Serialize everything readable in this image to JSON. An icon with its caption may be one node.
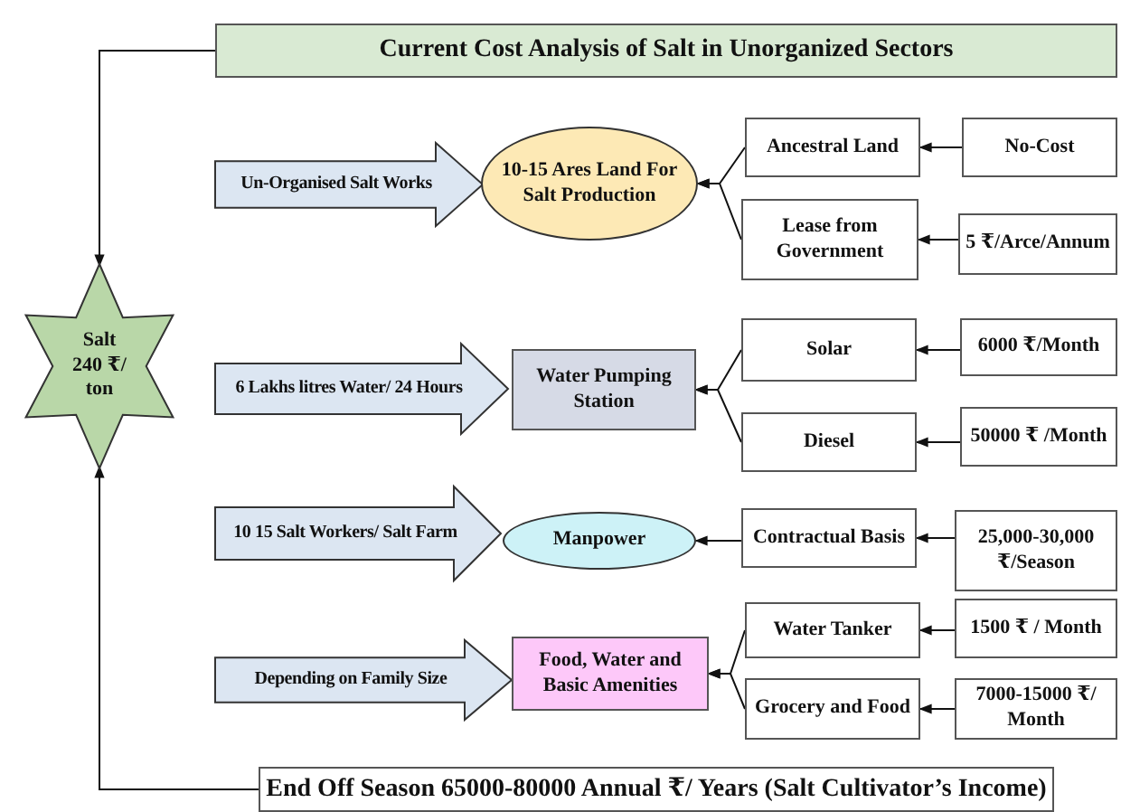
{
  "diagram": {
    "nodes": [
      {
        "text": [
          "Current Cost Analysis of Salt in Unorganized Sectors"
        ]
      },
      {
        "text": [
          "Salt 240 ₹/ ton"
        ]
      },
      {
        "text": [
          "Un-Organised Salt Works"
        ]
      },
      {
        "text": [
          "10-15 Ares Land For Salt Production"
        ]
      },
      {
        "text": [
          "Ancestral Land"
        ]
      },
      {
        "text": [
          "No-Cost"
        ]
      },
      {
        "text": [
          "Lease from Government"
        ]
      },
      {
        "text": [
          "5 ₹/Arce/Annum"
        ]
      },
      {
        "text": [
          "6 Lakhs litres Water/ 24 Hours"
        ]
      },
      {
        "text": [
          "Water Pumping Station"
        ]
      },
      {
        "text": [
          "Solar"
        ]
      },
      {
        "text": [
          "6000 ₹/Month"
        ]
      },
      {
        "text": [
          "Diesel"
        ]
      },
      {
        "text": [
          "50000 ₹ /Month"
        ]
      },
      {
        "text": [
          "10 15 Salt Workers/ Salt Farm"
        ]
      },
      {
        "text": [
          "Manpower"
        ]
      },
      {
        "text": [
          "Contractual Basis"
        ]
      },
      {
        "text": [
          "25,000-30,000 ₹/Season"
        ]
      },
      {
        "text": [
          "Depending on Family Size"
        ]
      },
      {
        "text": [
          "Food, Water and Basic Amenities"
        ]
      },
      {
        "text": [
          "Water Tanker"
        ]
      },
      {
        "text": [
          "1500 ₹ / Month"
        ]
      },
      {
        "text": [
          "Grocery and Food"
        ]
      },
      {
        "text": [
          "7000-15000 ₹/ Month"
        ]
      },
      {
        "text": [
          "End Off Season 65000-80000 Annual ₹/ Years (Salt Cultivator’s Income)"
        ]
      }
    ],
    "edges": [
      {
        "from": 0,
        "to": 1,
        "arrow": "to"
      },
      {
        "from": 24,
        "to": 1,
        "arrow": "to"
      },
      {
        "from": 5,
        "to": 4,
        "arrow": "to"
      },
      {
        "from": 7,
        "to": 6,
        "arrow": "to"
      },
      {
        "from": 4,
        "to": 3,
        "arrow": "to"
      },
      {
        "from": 6,
        "to": 3,
        "arrow": "to"
      },
      {
        "from": 11,
        "to": 10,
        "arrow": "to"
      },
      {
        "from": 13,
        "to": 12,
        "arrow": "to"
      },
      {
        "from": 10,
        "to": 9,
        "arrow": "to"
      },
      {
        "from": 12,
        "to": 9,
        "arrow": "to"
      },
      {
        "from": 17,
        "to": 16,
        "arrow": "to"
      },
      {
        "from": 16,
        "to": 15,
        "arrow": "to"
      },
      {
        "from": 21,
        "to": 20,
        "arrow": "to"
      },
      {
        "from": 23,
        "to": 22,
        "arrow": "to"
      },
      {
        "from": 20,
        "to": 19,
        "arrow": "to"
      },
      {
        "from": 22,
        "to": 19,
        "arrow": "to"
      }
    ]
  }
}
